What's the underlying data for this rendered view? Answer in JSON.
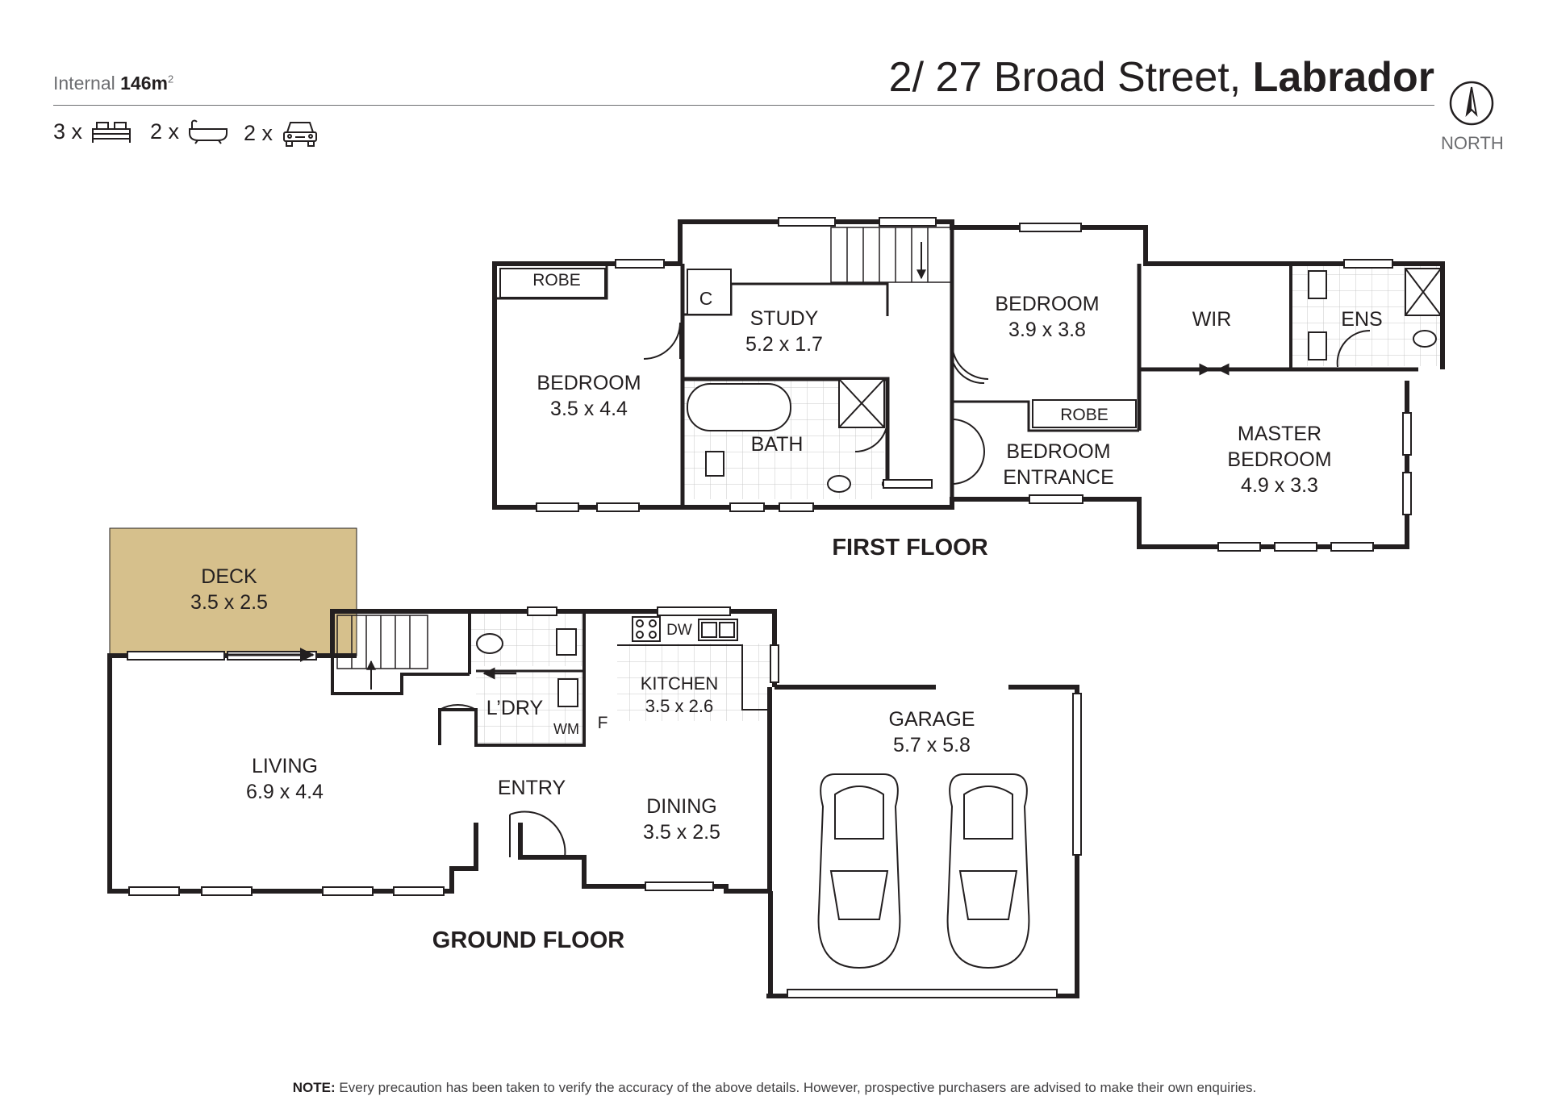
{
  "header": {
    "area_label": "Internal",
    "area_value": "146m",
    "area_unit_sup": "2",
    "address_main": "2/ 27 Broad Street,",
    "address_suburb": "Labrador",
    "north_label": "NORTH"
  },
  "features": [
    {
      "count": "3 x",
      "icon": "bed-icon"
    },
    {
      "count": "2 x",
      "icon": "bath-icon"
    },
    {
      "count": "2 x",
      "icon": "car-icon"
    }
  ],
  "floors": {
    "first": "FIRST FLOOR",
    "ground": "GROUND FLOOR"
  },
  "rooms": {
    "robe1": "ROBE",
    "c": "C",
    "study": "STUDY",
    "study_dim": "5.2 x 1.7",
    "bed_left": "BEDROOM",
    "bed_left_dim": "3.5 x 4.4",
    "bath": "BATH",
    "bed_center": "BEDROOM",
    "bed_center_dim": "3.9 x 3.8",
    "robe2": "ROBE",
    "bed_entrance_1": "BEDROOM",
    "bed_entrance_2": "ENTRANCE",
    "wir": "WIR",
    "ens": "ENS",
    "master_1": "MASTER",
    "master_2": "BEDROOM",
    "master_dim": "4.9 x 3.3",
    "deck": "DECK",
    "deck_dim": "3.5 x 2.5",
    "living": "LIVING",
    "living_dim": "6.9 x 4.4",
    "laundry": "L’DRY",
    "wm": "WM",
    "f": "F",
    "dw": "DW",
    "kitchen": "KITCHEN",
    "kitchen_dim": "3.5 x 2.6",
    "entry": "ENTRY",
    "dining": "DINING",
    "dining_dim": "3.5 x 2.5",
    "garage": "GARAGE",
    "garage_dim": "5.7 x 5.8"
  },
  "note": {
    "label": "NOTE:",
    "text": "Every precaution has been taken to verify the accuracy of the above details. However, prospective purchasers are advised to make their own enquiries."
  },
  "colors": {
    "wall": "#231f20",
    "deck": "#d6c08c",
    "tile_line": "#c8c8c8",
    "text_grey": "#6d6e71"
  }
}
